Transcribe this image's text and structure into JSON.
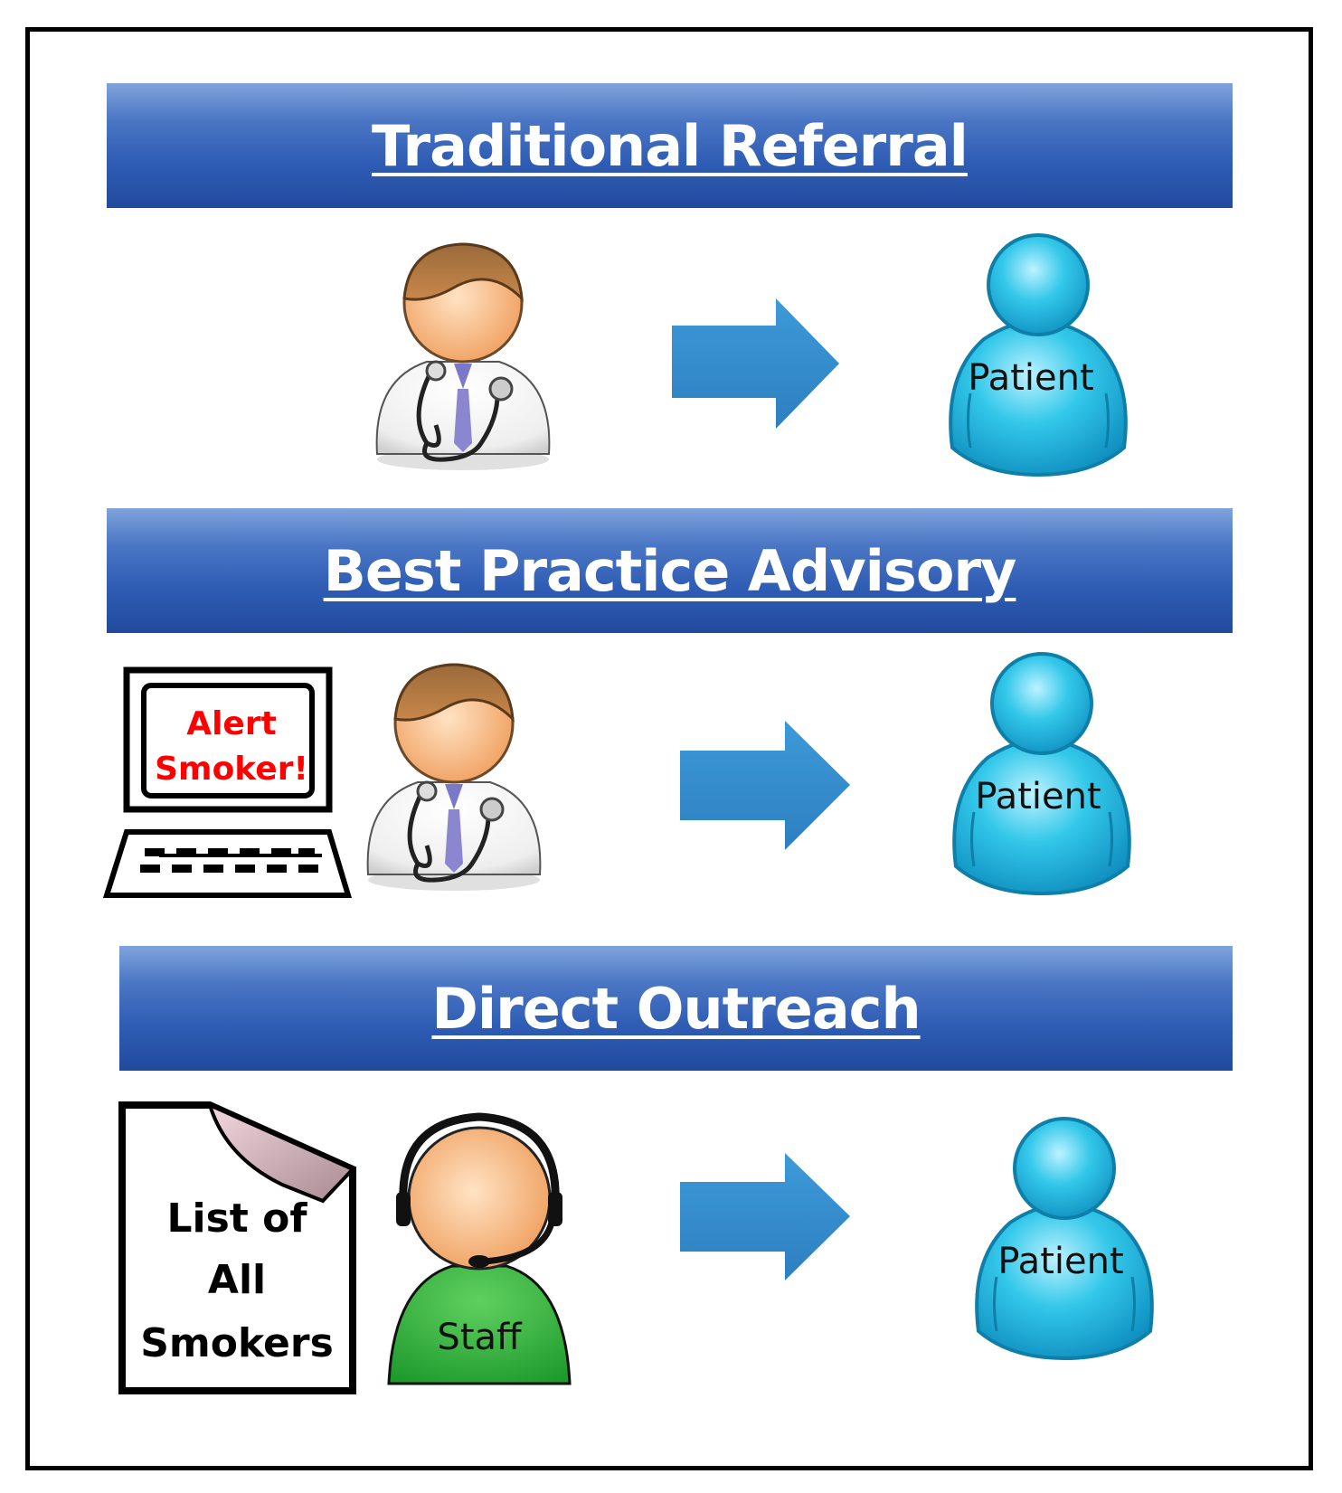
{
  "sections": [
    {
      "title": "Traditional Referral",
      "patient_label": "Patient"
    },
    {
      "title": "Best Practice Advisory",
      "patient_label": "Patient",
      "alert_line1": "Alert",
      "alert_line2": "Smoker!"
    },
    {
      "title": "Direct Outreach",
      "patient_label": "Patient",
      "staff_label": "Staff",
      "list_line1": "List of",
      "list_line2": "All",
      "list_line3": "Smokers"
    }
  ],
  "colors": {
    "banner": "#2e5cb4",
    "patient": "#2bbde0",
    "patient_outline": "#0e7fa8",
    "arrow": "#3a8fd0",
    "staff_body": "#2fae3c",
    "alert_text": "#ff0000"
  }
}
